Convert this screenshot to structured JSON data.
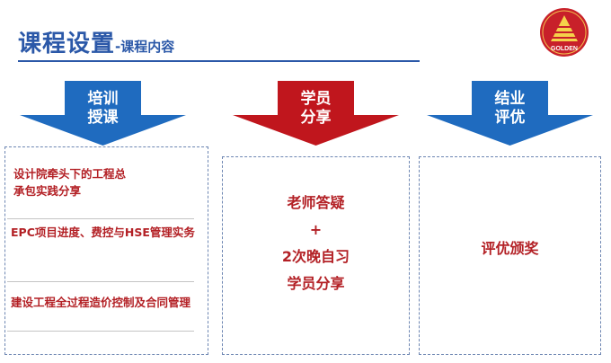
{
  "header": {
    "title": "课程设置",
    "subtitle": "-课程内容"
  },
  "logo": {
    "text": "GOLDEN",
    "icon": "golden-pyramid-logo",
    "color": "#c8202a"
  },
  "columns": [
    {
      "arrow_lines": [
        "培训",
        "授课"
      ],
      "arrow_color": "#1f6bbf"
    },
    {
      "arrow_lines": [
        "学员",
        "分享"
      ],
      "arrow_color": "#c0161d"
    },
    {
      "arrow_lines": [
        "结业",
        "评优"
      ],
      "arrow_color": "#1f6bbf"
    }
  ],
  "left_box": {
    "items": [
      "设计院牵头下的工程总\n承包实践分享",
      "EPC项目进度、费控与HSE管理实务",
      "建设工程全过程造价控制及合同管理"
    ]
  },
  "middle_box": {
    "lines": [
      "老师答疑",
      "+",
      "2次晚自习",
      "学员分享"
    ]
  },
  "right_box": {
    "text": "评优颁奖"
  },
  "colors": {
    "title_blue": "#2b58a8",
    "text_red": "#b32025"
  }
}
